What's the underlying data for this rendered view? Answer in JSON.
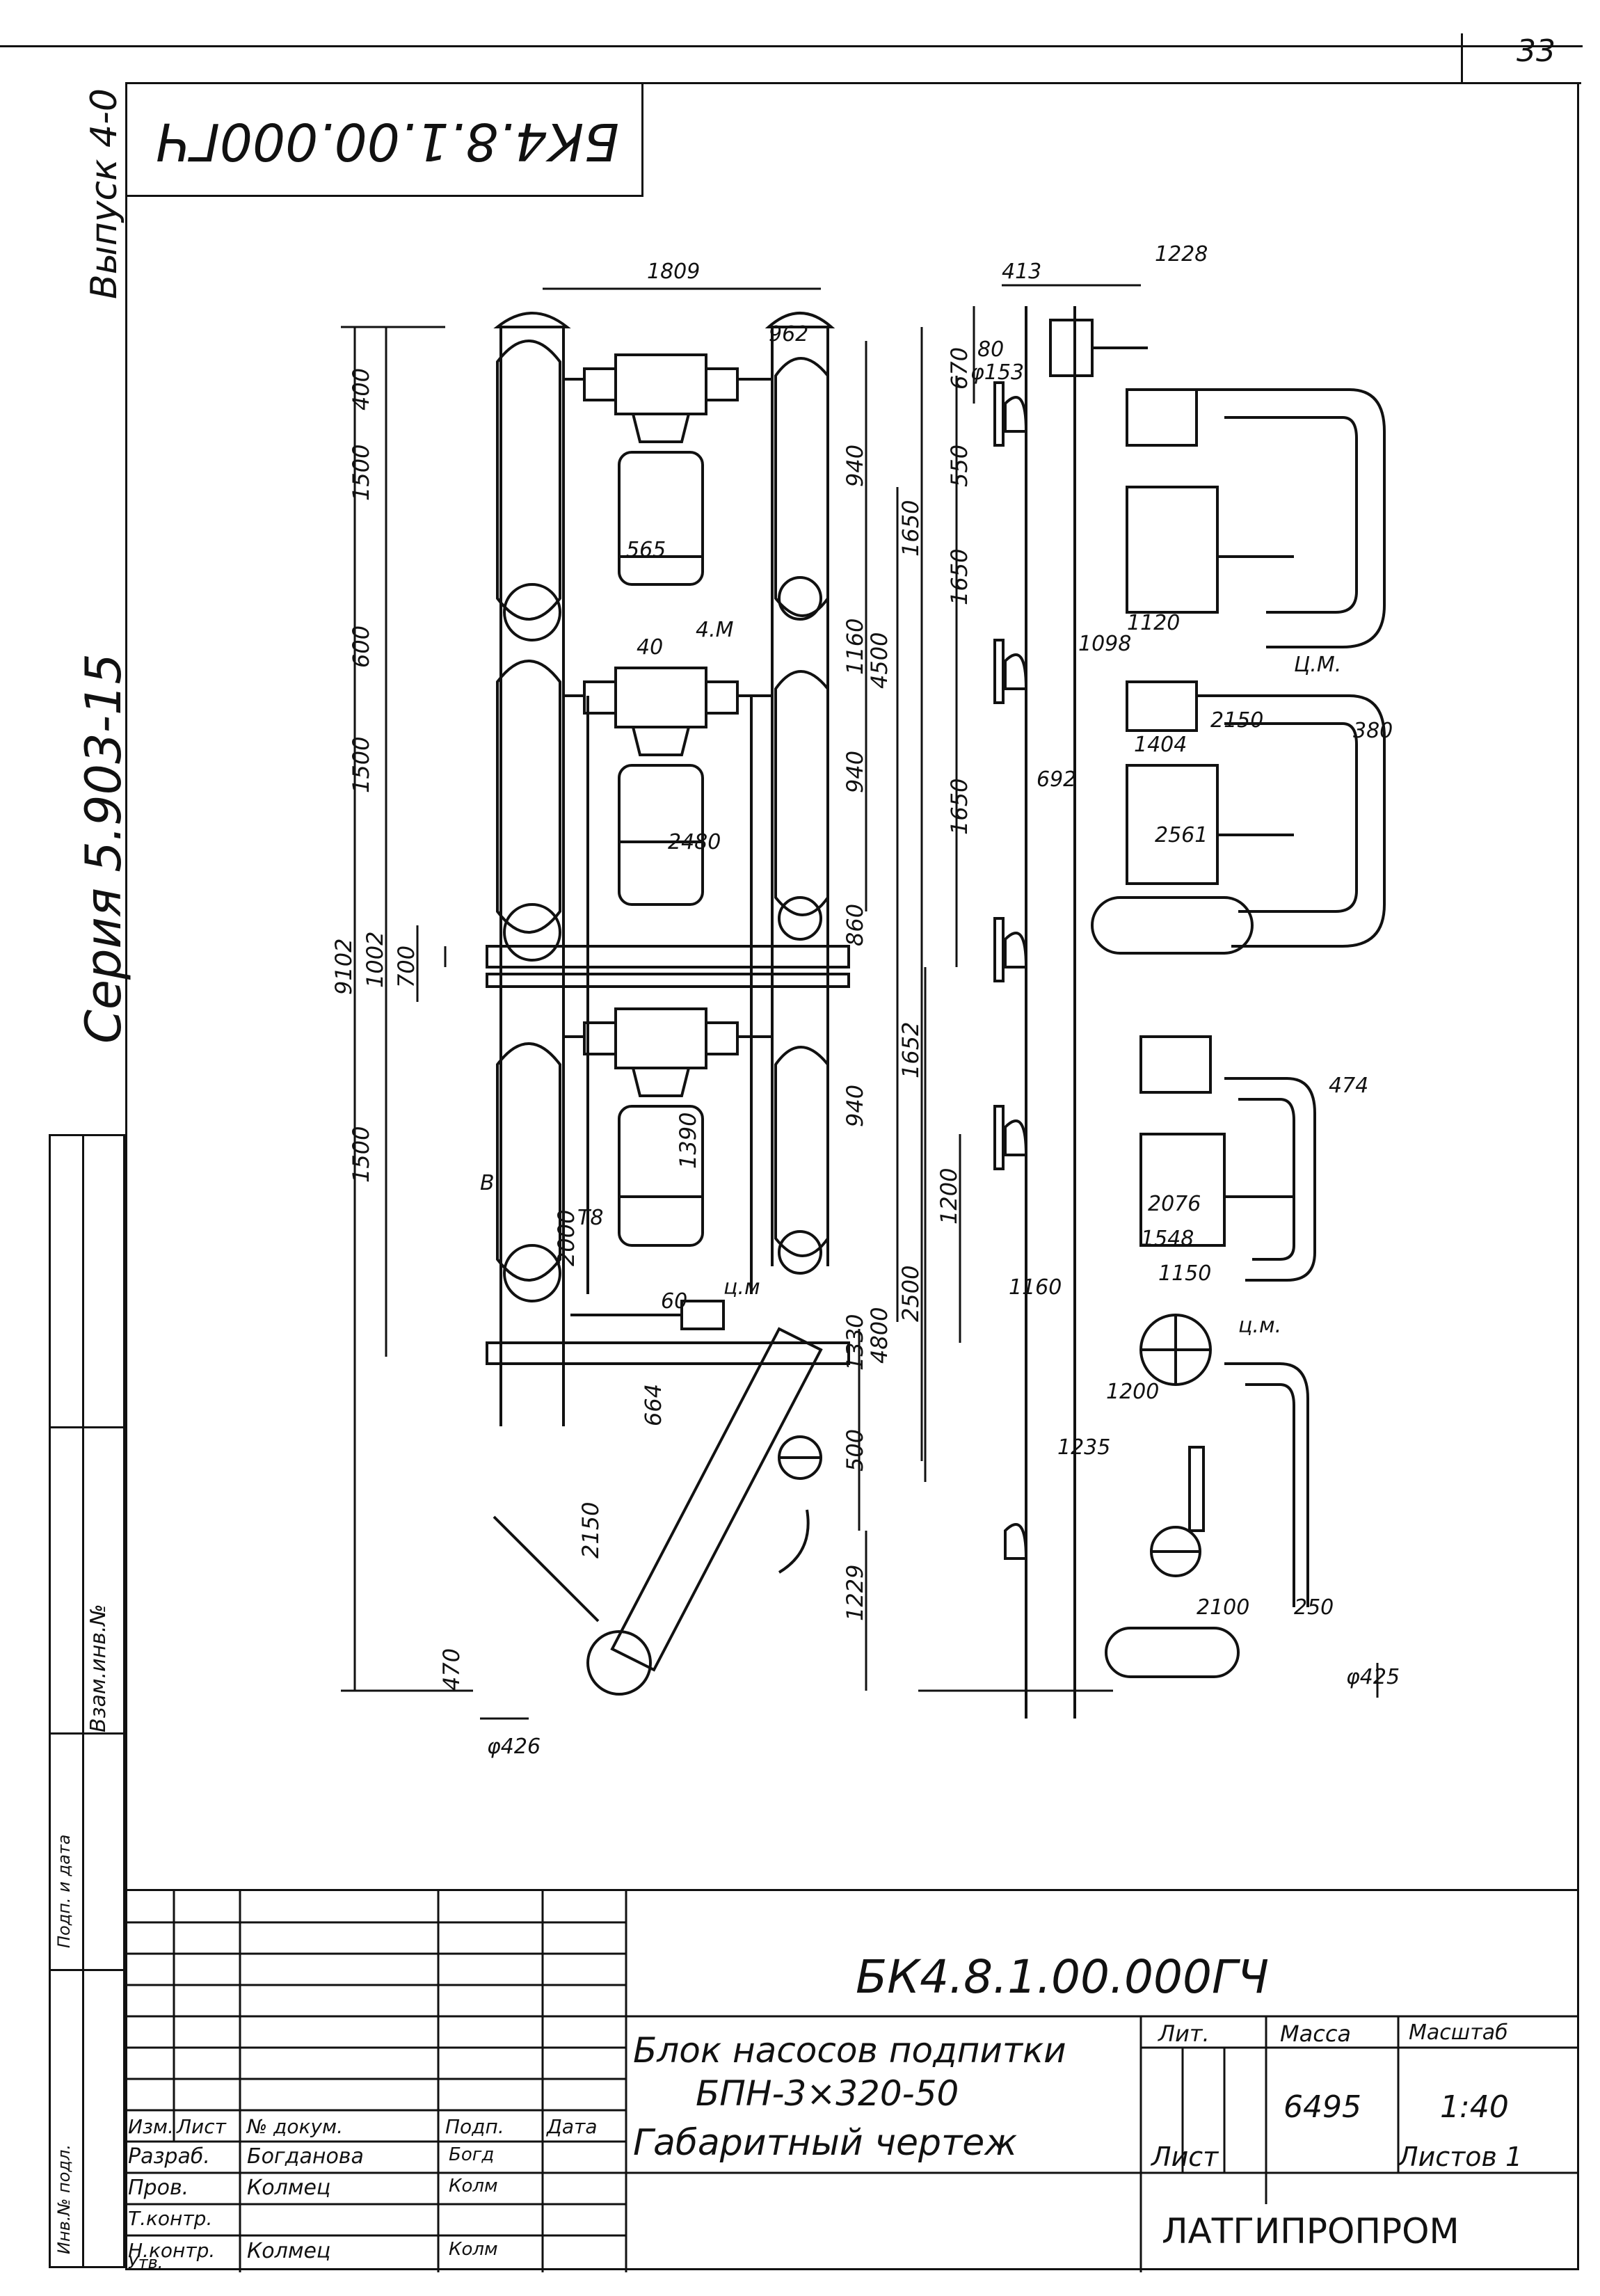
{
  "sheet": {
    "page_number": "33",
    "corner_code": "БК4.8.1.00.000ГЧ",
    "margin_series": "Серия 5.903-15",
    "margin_issue": "Выпуск 4-0",
    "margin_stamp_label": "Взам.инв.№",
    "side_notes": [
      "Инв.№ подл.",
      "Подп. и дата"
    ]
  },
  "drawing": {
    "front_view_dims": [
      "1809",
      "962",
      "400",
      "1500",
      "600",
      "1500",
      "1500",
      "9102",
      "1002",
      "700",
      "940",
      "1650",
      "1160",
      "4500",
      "940",
      "860",
      "1652",
      "940",
      "565",
      "40",
      "4.M",
      "2480",
      "1390",
      "60",
      "ц.м",
      "2000",
      "T8",
      "B",
      "1330",
      "500",
      "1229",
      "2150",
      "664",
      "470",
      "φ426",
      "4800",
      "2500"
    ],
    "side_view_dims": [
      "1228",
      "413",
      "670",
      "80",
      "φ153",
      "550",
      "1650",
      "1120",
      "1098",
      "Ц.М.",
      "2150",
      "380",
      "1404",
      "692",
      "2561",
      "1650",
      "474",
      "1200",
      "2076",
      "1548",
      "1150",
      "1160",
      "ц.м.",
      "1200",
      "2500",
      "1235",
      "2100",
      "250",
      "φ425"
    ]
  },
  "title_block": {
    "doc_number": "БК4.8.1.00.000ГЧ",
    "headers": [
      "Изм.",
      "Лист",
      "№ докум.",
      "Подп.",
      "Дата"
    ],
    "rows": [
      {
        "role": "Разраб.",
        "name": "Богданова",
        "sign": "Богд"
      },
      {
        "role": "Пров.",
        "name": "Колмец",
        "sign": "Колм"
      },
      {
        "role": "Т.контр.",
        "name": "",
        "sign": ""
      },
      {
        "role": "",
        "name": "",
        "sign": ""
      },
      {
        "role": "Н.контр.",
        "name": "Колмец",
        "sign": "Колм"
      },
      {
        "role": "Утв.",
        "name": "",
        "sign": ""
      }
    ],
    "title_line1": "Блок насосов подпитки",
    "title_line2": "БПН-3×320-50",
    "title_line3": "Габаритный чертеж",
    "lit_label": "Лит.",
    "mass_label": "Масса",
    "scale_label": "Масштаб",
    "mass_value": "6495",
    "scale_value": "1:40",
    "sheet_label": "Лист",
    "sheets_label": "Листов 1",
    "organization": "ЛАТГИПРОПРОМ"
  }
}
